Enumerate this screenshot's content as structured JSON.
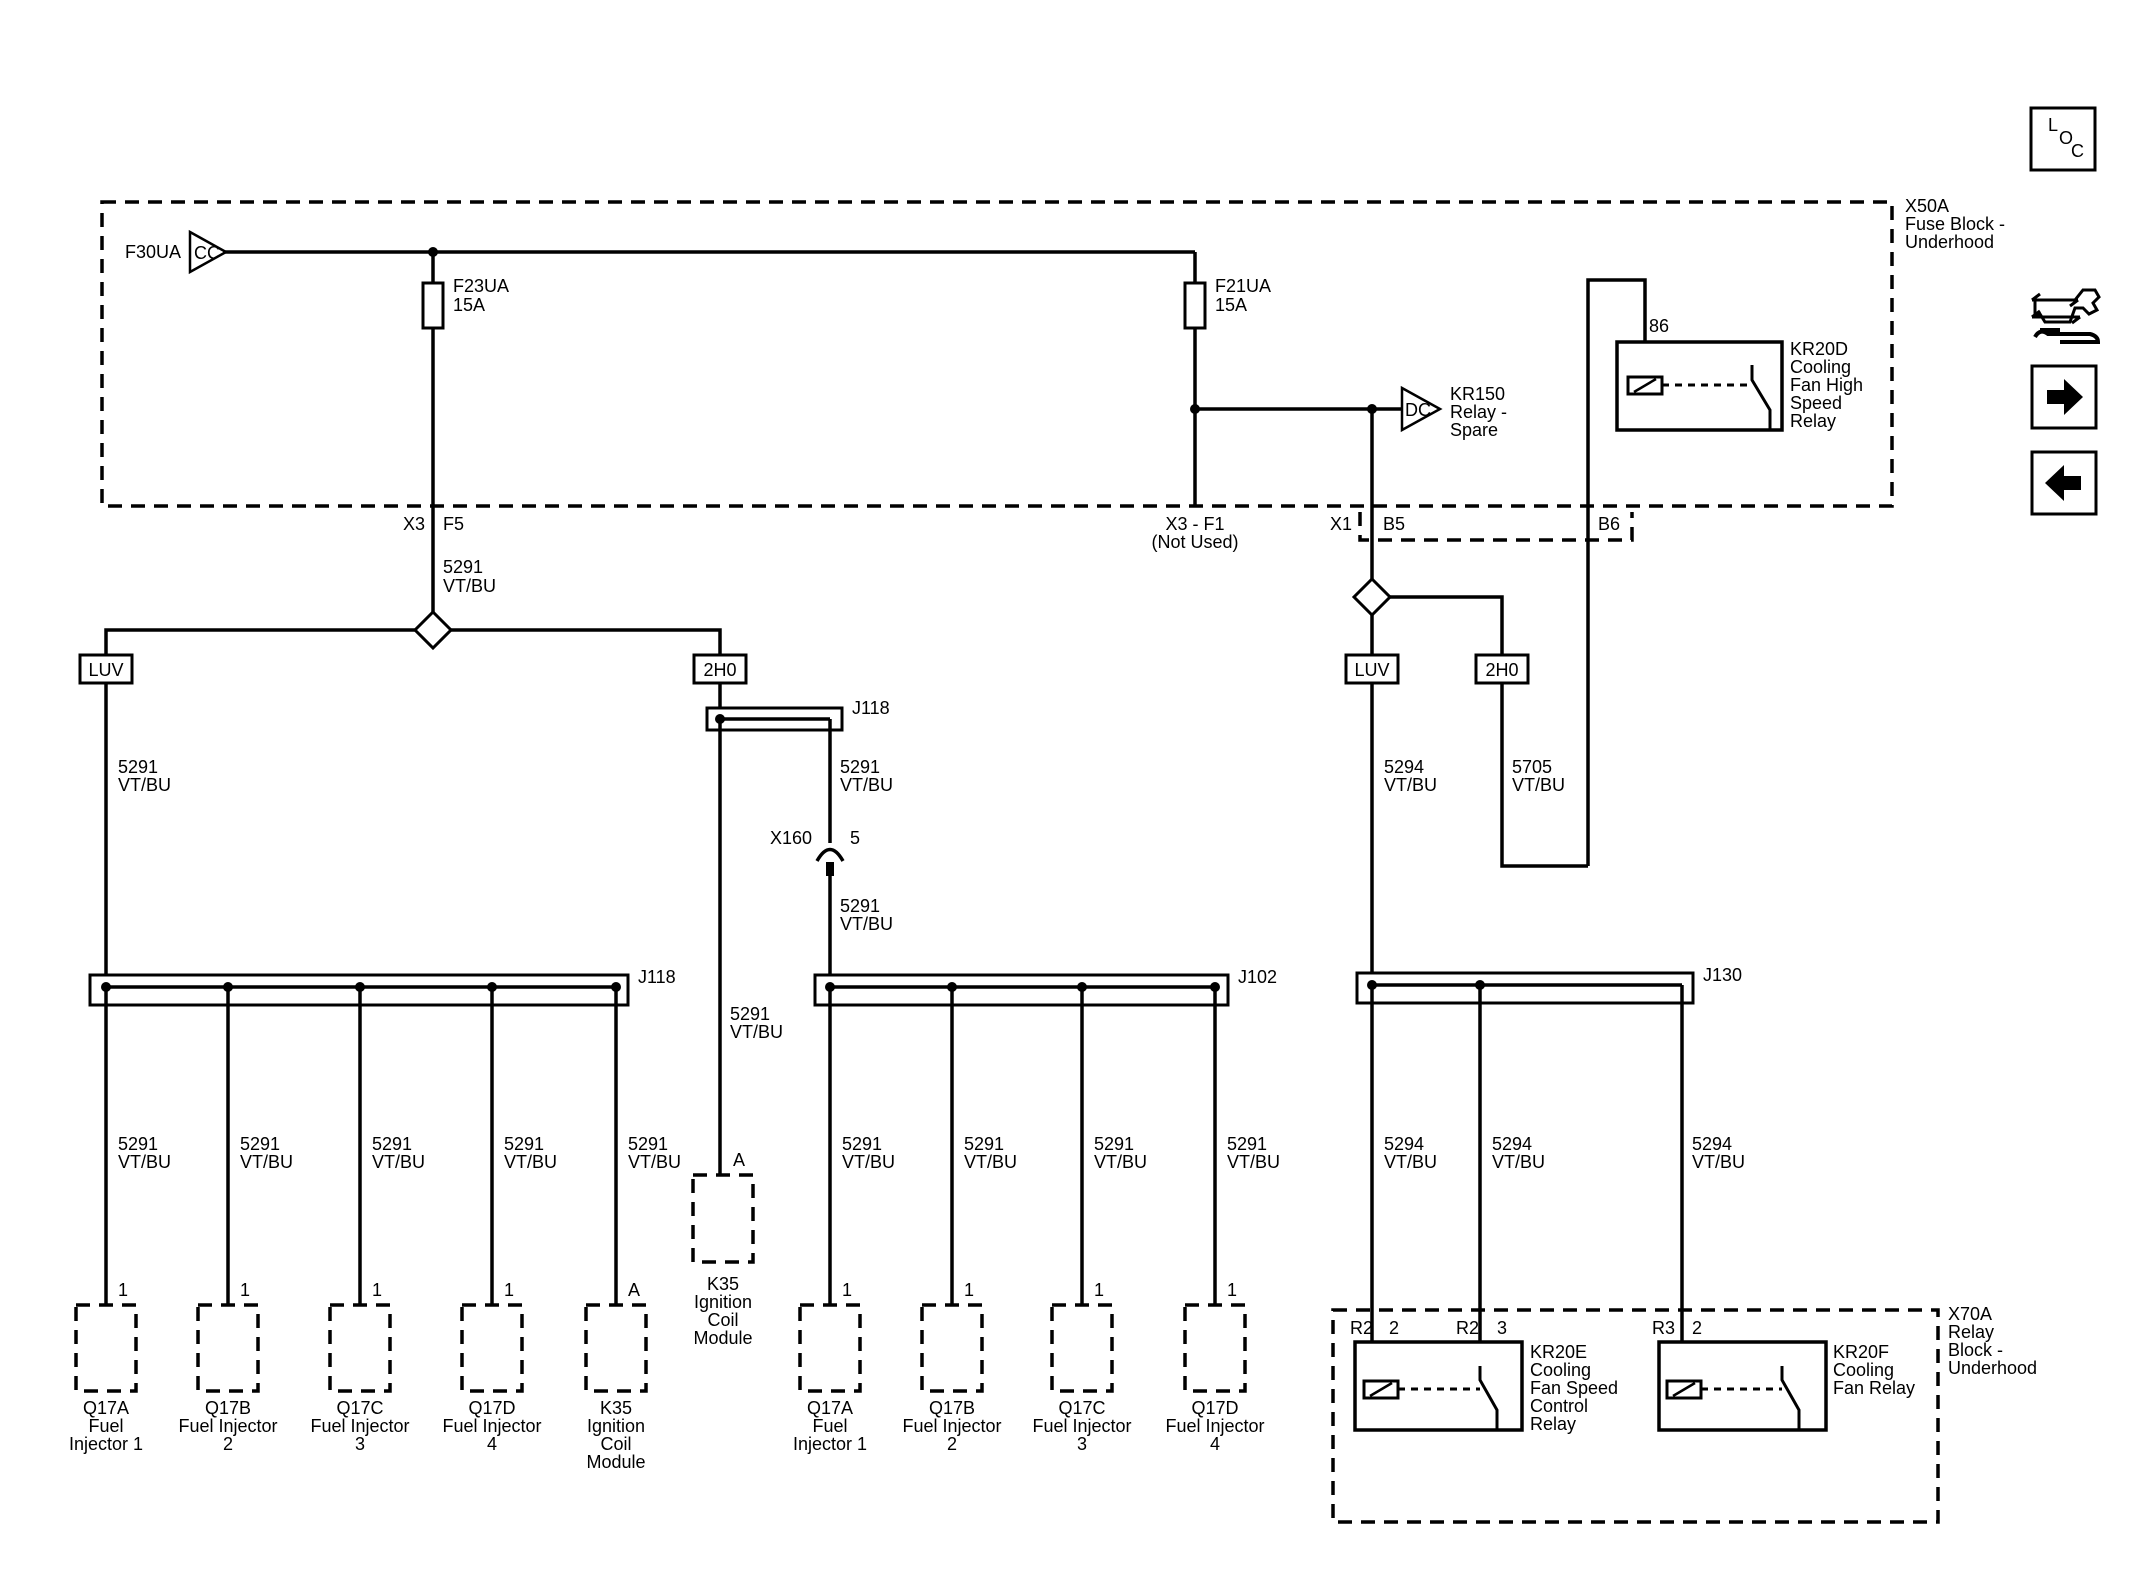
{
  "nav": {
    "loc": [
      "L",
      "O",
      "C"
    ]
  },
  "x50a": {
    "id": "X50A",
    "name": [
      "Fuse Block -",
      "Underhood"
    ]
  },
  "f30ua": {
    "id": "F30UA",
    "conn": "CC"
  },
  "f23ua": {
    "id": "F23UA",
    "rating": "15A",
    "pin_x": "X3",
    "pin": "F5"
  },
  "f21ua": {
    "id": "F21UA",
    "rating": "15A",
    "pin": "X3 - F1",
    "note": "(Not Used)"
  },
  "kr150": {
    "conn": "DC",
    "lines": [
      "KR150",
      "Relay -",
      "Spare"
    ]
  },
  "kr20d": {
    "pin": "86",
    "lines": [
      "KR20D",
      "Cooling",
      "Fan High",
      "Speed",
      "Relay"
    ]
  },
  "x1": {
    "id": "X1",
    "b5": "B5",
    "b6": "B6"
  },
  "options": {
    "luv_left": "LUV",
    "h2_left": "2H0",
    "luv_right": "LUV",
    "h2_right": "2H0"
  },
  "splices": {
    "j118_top": "J118",
    "j118_left": "J118",
    "j102": "J102",
    "j130": "J130"
  },
  "x160": {
    "id": "X160",
    "pin": "5"
  },
  "k35_mid": {
    "pin": "A",
    "lines": [
      "K35",
      "Ignition",
      "Coil",
      "Module"
    ]
  },
  "wires": {
    "w5291_top": [
      "5291",
      "VT/BU"
    ],
    "w5291_left": [
      "5291",
      "VT/BU"
    ],
    "w5291_j118a": [
      "5291",
      "VT/BU"
    ],
    "w5291_j118b": [
      "5291",
      "VT/BU"
    ],
    "w5291_k35mid": [
      "5291",
      "VT/BU"
    ],
    "w5294_main": [
      "5294",
      "VT/BU"
    ],
    "w5705": [
      "5705",
      "VT/BU"
    ],
    "left_drops": [
      [
        "5291",
        "VT/BU"
      ],
      [
        "5291",
        "VT/BU"
      ],
      [
        "5291",
        "VT/BU"
      ],
      [
        "5291",
        "VT/BU"
      ],
      [
        "5291",
        "VT/BU"
      ]
    ],
    "mid_drops": [
      [
        "5291",
        "VT/BU"
      ],
      [
        "5291",
        "VT/BU"
      ],
      [
        "5291",
        "VT/BU"
      ],
      [
        "5291",
        "VT/BU"
      ]
    ],
    "right_drops": [
      [
        "5294",
        "VT/BU"
      ],
      [
        "5294",
        "VT/BU"
      ],
      [
        "5294",
        "VT/BU"
      ]
    ]
  },
  "left_components": [
    {
      "pin": "1",
      "lines": [
        "Q17A",
        "Fuel",
        "Injector 1"
      ]
    },
    {
      "pin": "1",
      "lines": [
        "Q17B",
        "Fuel Injector",
        "2"
      ]
    },
    {
      "pin": "1",
      "lines": [
        "Q17C",
        "Fuel Injector",
        "3"
      ]
    },
    {
      "pin": "1",
      "lines": [
        "Q17D",
        "Fuel Injector",
        "4"
      ]
    },
    {
      "pin": "A",
      "lines": [
        "K35",
        "Ignition",
        "Coil",
        "Module"
      ]
    }
  ],
  "mid_components": [
    {
      "pin": "1",
      "lines": [
        "Q17A",
        "Fuel",
        "Injector 1"
      ]
    },
    {
      "pin": "1",
      "lines": [
        "Q17B",
        "Fuel Injector",
        "2"
      ]
    },
    {
      "pin": "1",
      "lines": [
        "Q17C",
        "Fuel Injector",
        "3"
      ]
    },
    {
      "pin": "1",
      "lines": [
        "Q17D",
        "Fuel Injector",
        "4"
      ]
    }
  ],
  "x70a": {
    "lines": [
      "X70A",
      "Relay",
      "Block -",
      "Underhood"
    ]
  },
  "kr20e": {
    "cav1": "R2",
    "pin1": "2",
    "cav2": "R2",
    "pin2": "3",
    "lines": [
      "KR20E",
      "Cooling",
      "Fan Speed",
      "Control",
      "Relay"
    ]
  },
  "kr20f": {
    "cav": "R3",
    "pin": "2",
    "lines": [
      "KR20F",
      "Cooling",
      "Fan Relay"
    ]
  }
}
